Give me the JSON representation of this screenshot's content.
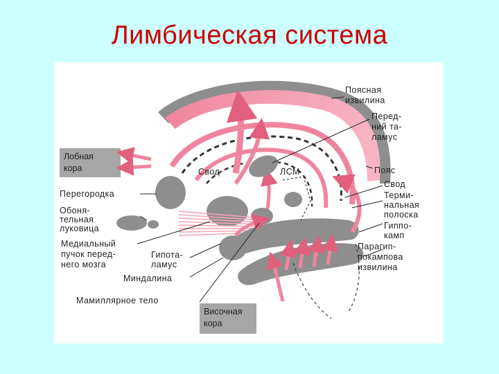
{
  "title": "Лимбическая система",
  "labels": {
    "cingulate": [
      "Поясная",
      "извилина"
    ],
    "ant_thalamus": [
      "Перед-",
      "ний та-",
      "ламус"
    ],
    "frontal_cortex": [
      "Лобная",
      "кора"
    ],
    "fornix_top": "Свод",
    "lsm": "ЛСМ",
    "cingulum": "Пояс",
    "fornix_right": "Свод",
    "terminal_stria": [
      "Терми-",
      "нальная",
      "полоска"
    ],
    "septum": "Перегородка",
    "olfactory_bulb": [
      "Обоня-",
      "тельная",
      "луковица"
    ],
    "hippocampus": [
      "Гиппо-",
      "камп"
    ],
    "mfb": [
      "Медиальный",
      "пучок перед-",
      "него мозга"
    ],
    "hypothalamus": [
      "Гипота-",
      "ламус"
    ],
    "parahippocampal": [
      "Парагип-",
      "покампова",
      "извилина"
    ],
    "amygdala": "Миндалина",
    "mammillary": "Мамиллярное тело",
    "temporal_cortex": [
      "Височная",
      "кора"
    ]
  },
  "colors": {
    "pink": "#f0849e",
    "pink_light": "#f8bccb",
    "gray": "#8e8e8e",
    "gray_light": "#b8b8b8",
    "title": "#cc0000",
    "background": "#ccffff"
  }
}
